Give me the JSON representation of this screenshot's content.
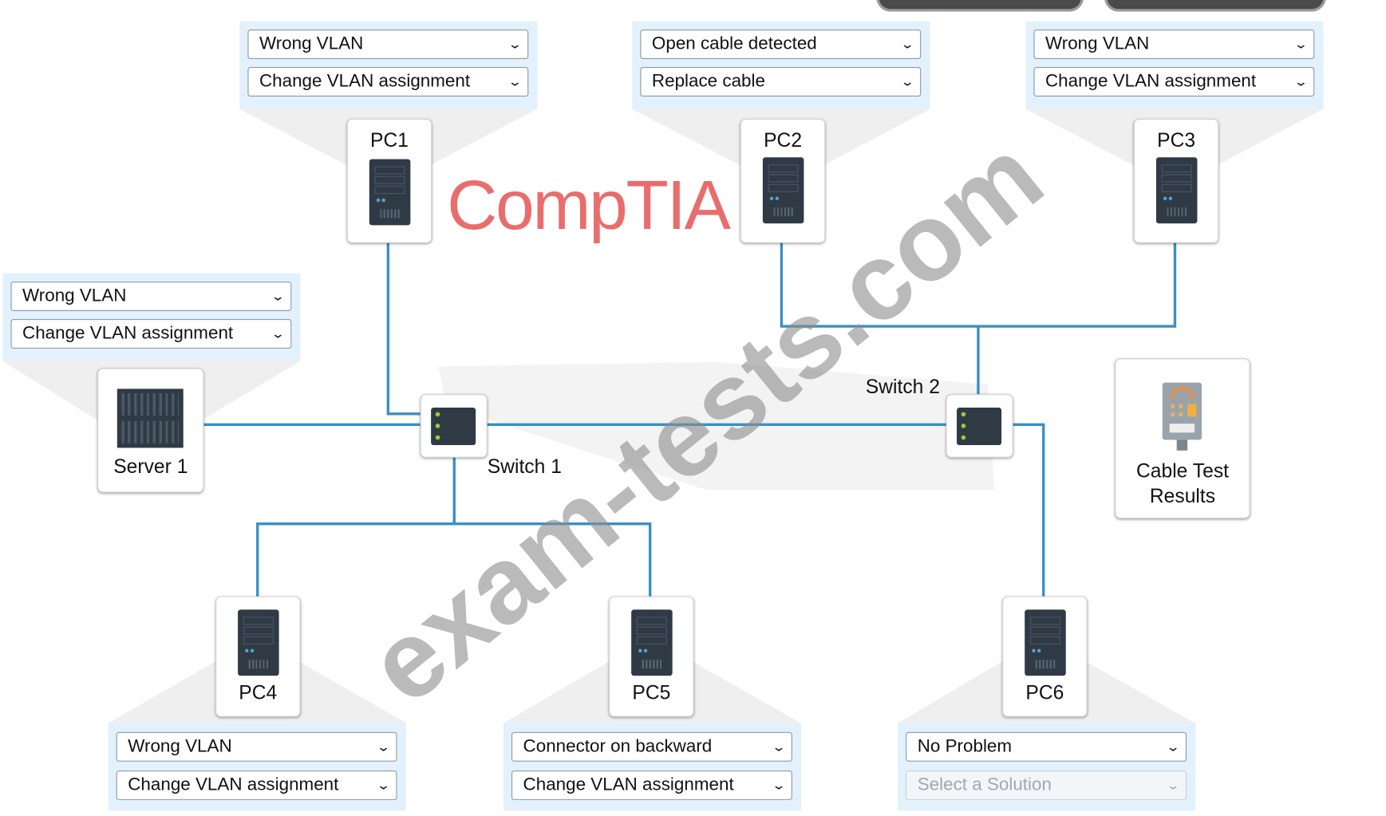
{
  "colors": {
    "link": "#3a8fc4",
    "panel": "#e2f1fb"
  },
  "devices": {
    "pc1": {
      "label": "PC1",
      "problem": "Wrong VLAN",
      "solution": "Change VLAN assignment"
    },
    "pc2": {
      "label": "PC2",
      "problem": "Open cable detected",
      "solution": "Replace cable"
    },
    "pc3": {
      "label": "PC3",
      "problem": "Wrong VLAN",
      "solution": "Change VLAN assignment"
    },
    "server1": {
      "label": "Server 1",
      "problem": "Wrong VLAN",
      "solution": "Change VLAN assignment"
    },
    "pc4": {
      "label": "PC4",
      "problem": "Wrong VLAN",
      "solution": "Change VLAN assignment"
    },
    "pc5": {
      "label": "PC5",
      "problem": "Connector on backward",
      "solution": "Change VLAN assignment"
    },
    "pc6": {
      "label": "PC6",
      "problem": "No Problem",
      "solution": "Select a Solution"
    }
  },
  "switches": {
    "switch1": "Switch 1",
    "switch2": "Switch 2"
  },
  "cable_test": {
    "label_line1": "Cable Test",
    "label_line2": "Results"
  },
  "watermarks": {
    "site": "exam-tests.com",
    "brand": "CompTIA"
  }
}
